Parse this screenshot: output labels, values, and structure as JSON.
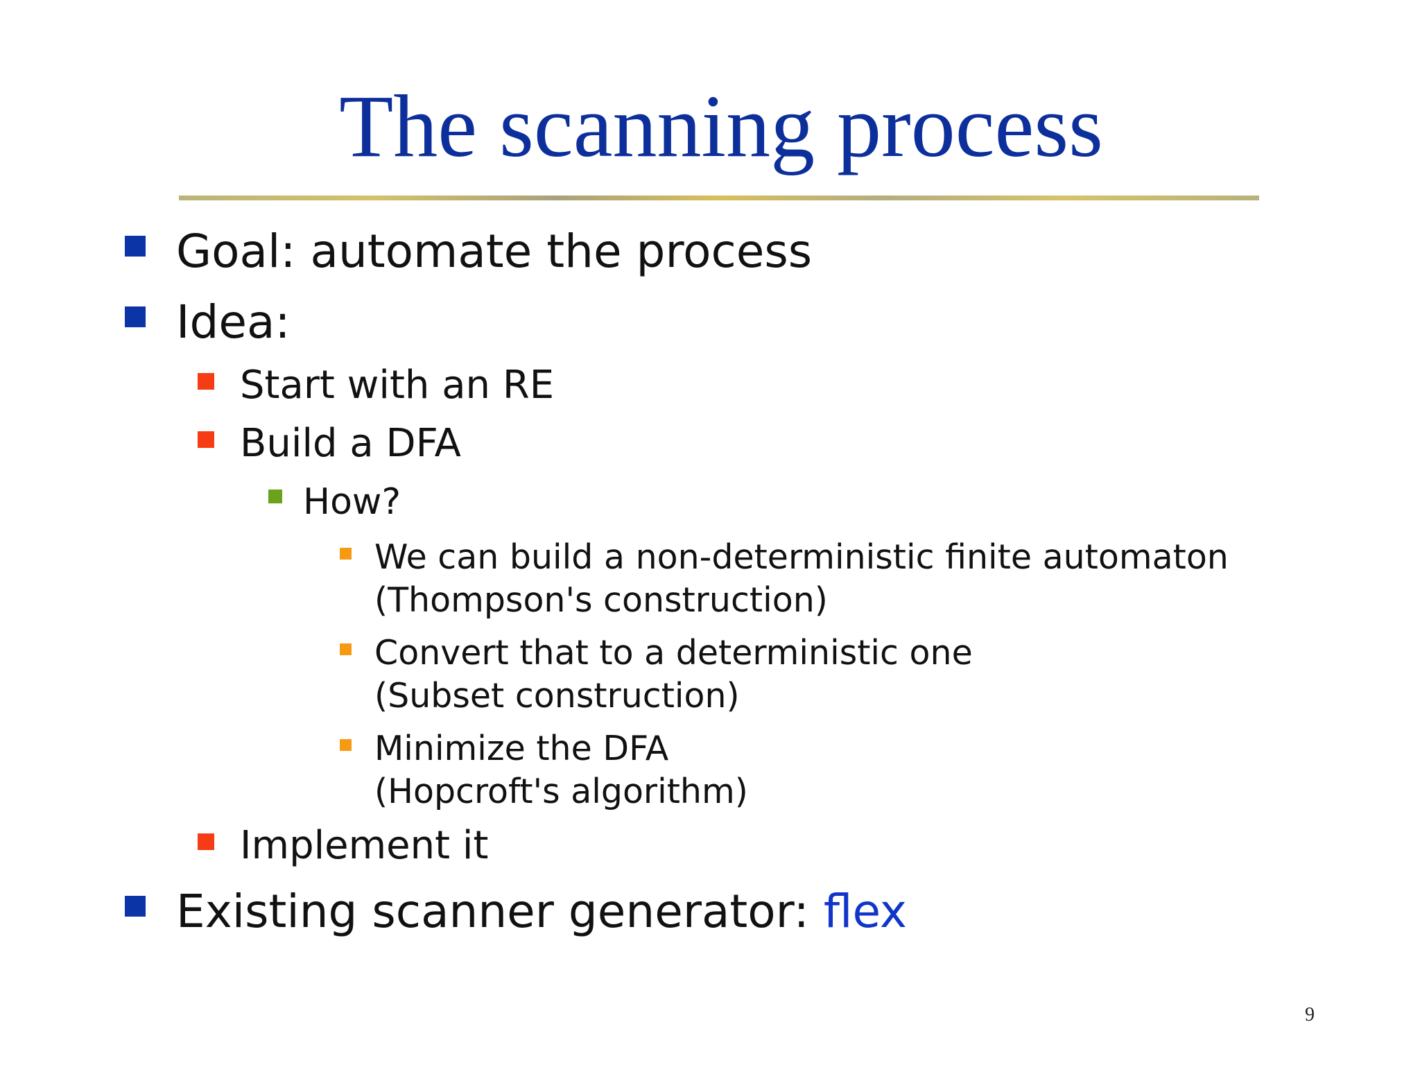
{
  "slide": {
    "title": "The scanning process",
    "items": [
      {
        "text": "Goal: automate the process"
      },
      {
        "text": "Idea:"
      },
      {
        "text": "Start with an RE"
      },
      {
        "text": "Build a DFA"
      },
      {
        "text": "How?"
      },
      {
        "line1": "We can build a non-deterministic finite automaton",
        "line2": "(Thompson's construction)"
      },
      {
        "line1": "Convert that to a deterministic one",
        "line2": "(Subset construction)"
      },
      {
        "line1": "Minimize the DFA",
        "line2": "(Hopcroft's algorithm)"
      },
      {
        "text": "Implement it"
      },
      {
        "text": "Existing scanner generator: ",
        "accent": "flex"
      }
    ],
    "page_number": "9"
  },
  "colors": {
    "title": "#0d2f9b",
    "bullet_level1": "#0b34a6",
    "bullet_level2": "#f53c14",
    "bullet_level3": "#6aa31b",
    "bullet_level4": "#f59a12",
    "accent_text": "#1035c8"
  }
}
